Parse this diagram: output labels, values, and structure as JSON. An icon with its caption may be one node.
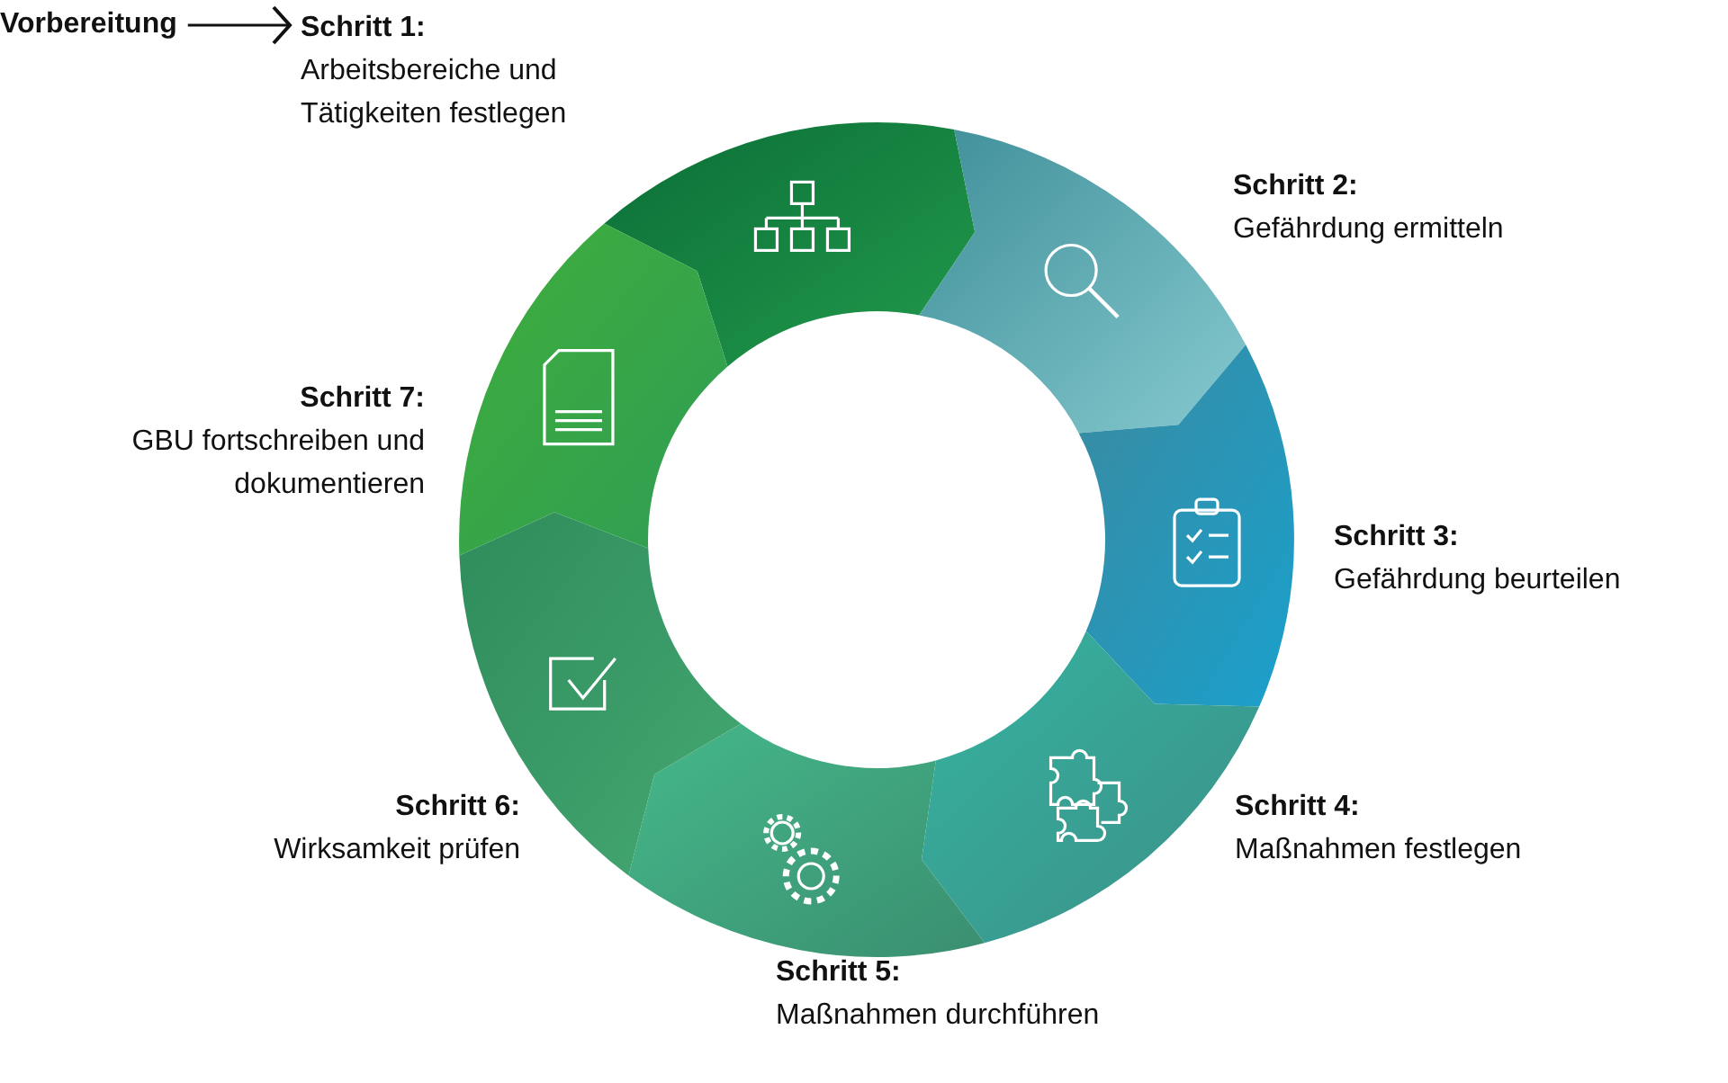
{
  "diagram": {
    "nodes": [
      {
        "text": [
          "Vorbereitung"
        ]
      },
      {
        "text": [
          "Schritt 1:",
          "Arbeitsbereiche und Tätigkeiten festlegen"
        ]
      },
      {
        "text": [
          "Schritt 2:",
          "Gefährdung ermitteln"
        ]
      },
      {
        "text": [
          "Schritt 3:",
          "Gefährdung beurteilen"
        ]
      },
      {
        "text": [
          "Schritt 4:",
          "Maßnahmen festlegen"
        ]
      },
      {
        "text": [
          "Schritt 5:",
          "Maßnahmen durchführen"
        ]
      },
      {
        "text": [
          "Schritt 6:",
          "Wirksamkeit prüfen"
        ]
      },
      {
        "text": [
          "Schritt 7:",
          "GBU fortschreiben und dokumentieren"
        ]
      }
    ],
    "edges": [
      {
        "from": 0,
        "to": 1,
        "arrow": "to"
      }
    ]
  }
}
